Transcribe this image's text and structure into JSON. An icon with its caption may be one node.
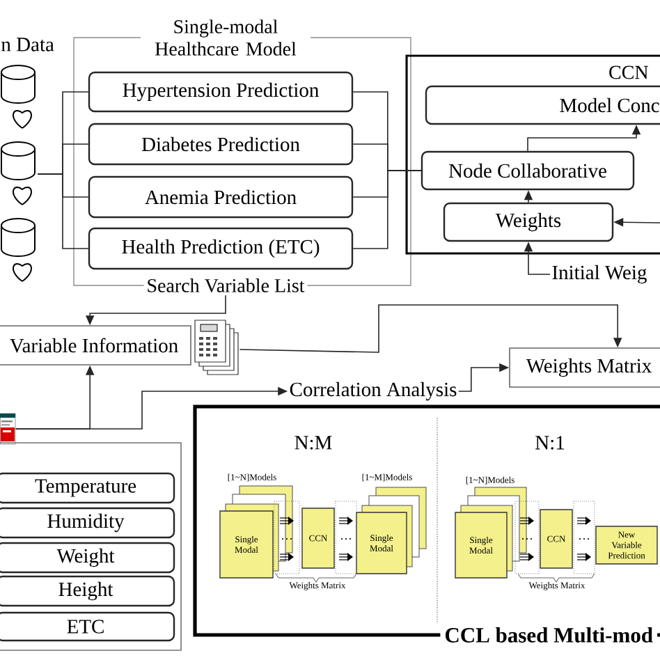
{
  "diagram": {
    "nodes": [
      {
        "text": [],
        "shape": "cylinder"
      },
      {
        "text": [
          "Single-modal Healthcare Model",
          "Search Variable List"
        ]
      },
      {
        "text": [
          "Hypertension Prediction"
        ],
        "in": 1
      },
      {
        "text": [
          "Diabetes Prediction"
        ],
        "in": 1
      },
      {
        "text": [
          "Anemia Prediction"
        ],
        "in": 1
      },
      {
        "text": [
          "Health Prediction (ETC)"
        ],
        "in": 1
      },
      {
        "text": [
          "CCN"
        ]
      },
      {
        "text": [
          "Model Conc"
        ],
        "in": 6
      },
      {
        "text": [
          "Node Collaborative"
        ],
        "in": 6
      },
      {
        "text": [
          "Weights"
        ],
        "in": 6
      },
      {
        "text": [
          "Initial Weig"
        ]
      },
      {
        "text": [
          "Variable Information"
        ]
      },
      {
        "text": [],
        "shape": "picture"
      },
      {
        "text": [
          "Weights Matrix"
        ]
      },
      {
        "text": [
          "Correlation Analysis"
        ]
      },
      {
        "text": [],
        "shape": "picture"
      },
      {
        "text": [],
        "shape": "box"
      },
      {
        "text": [
          "Temperature"
        ],
        "in": 16
      },
      {
        "text": [
          "Humidity"
        ],
        "in": 16
      },
      {
        "text": [
          "Weight"
        ],
        "in": 16
      },
      {
        "text": [
          "Height"
        ],
        "in": 16
      },
      {
        "text": [
          "ETC"
        ],
        "in": 16
      },
      {
        "text": [
          "CCL based Multi-mod"
        ]
      },
      {
        "text": [
          "Single Modal"
        ],
        "in": 22
      },
      {
        "text": [
          "CCN"
        ],
        "in": 22
      },
      {
        "text": [
          "Single Modal"
        ],
        "in": 22
      },
      {
        "text": [
          "Single Modal"
        ],
        "in": 22
      },
      {
        "text": [
          "CCN"
        ],
        "in": 22
      },
      {
        "text": [
          "New Variable Prediction"
        ],
        "in": 22
      }
    ],
    "edges": [
      {
        "from": 0,
        "to": 2,
        "arrow": "none"
      },
      {
        "from": 0,
        "to": 3,
        "arrow": "none"
      },
      {
        "from": 0,
        "to": 4,
        "arrow": "none"
      },
      {
        "from": 0,
        "to": 5,
        "arrow": "none"
      },
      {
        "from": 2,
        "to": 8,
        "arrow": "none"
      },
      {
        "from": 3,
        "to": 8,
        "arrow": "none"
      },
      {
        "from": 4,
        "to": 8,
        "arrow": "none"
      },
      {
        "from": 5,
        "to": 8,
        "arrow": "none"
      },
      {
        "from": 9,
        "to": 8,
        "arrow": "to"
      },
      {
        "from": 8,
        "to": 7,
        "arrow": "to"
      },
      {
        "from": 10,
        "to": 9,
        "arrow": "to"
      },
      {
        "from": null,
        "to": 9,
        "arrow": "to"
      },
      {
        "from": 1,
        "to": 11,
        "arrow": "to"
      },
      {
        "from": 12,
        "to": 13,
        "arrow": "to"
      },
      {
        "from": 14,
        "to": 13,
        "arrow": "to"
      },
      {
        "from": 15,
        "to": 11,
        "arrow": "to"
      },
      {
        "from": 15,
        "to": 14,
        "arrow": "to"
      }
    ],
    "labels": [
      "n Data",
      "N:M",
      "[1~N]Models",
      "[1~M]Models",
      "Weights Matrix",
      "N:1",
      "[1~N]Models",
      "Weights Matrix"
    ]
  }
}
